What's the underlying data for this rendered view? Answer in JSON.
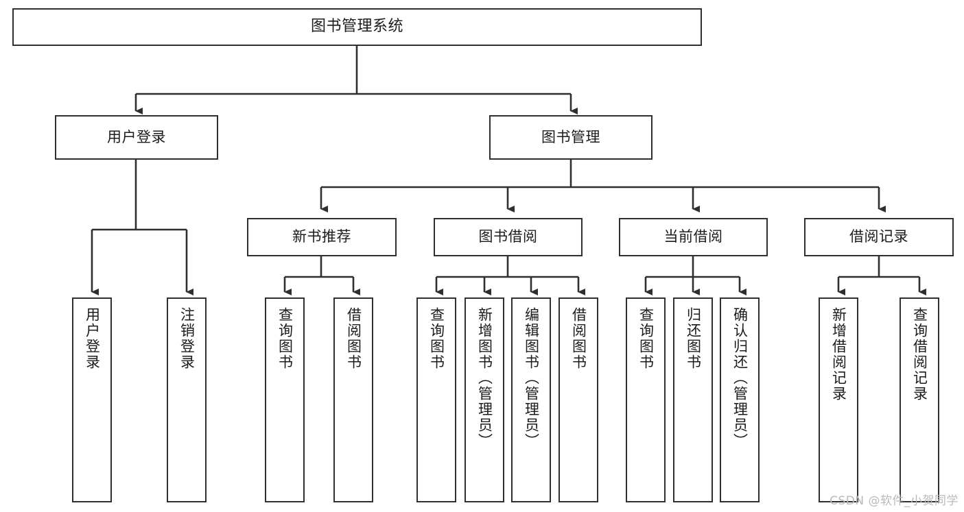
{
  "diagram": {
    "title": "图书管理系统",
    "type": "tree-hierarchy",
    "orientation": "top-down",
    "colors": {
      "box_border": "#2f2f2f",
      "box_fill": "#ffffff",
      "edge": "#2f2f2f",
      "text": "#1b1b1b",
      "watermark": "#b9b9b9",
      "background": "#ffffff"
    }
  },
  "root": {
    "label": "图书管理系统"
  },
  "level2": [
    {
      "label": "用户登录"
    },
    {
      "label": "图书管理"
    }
  ],
  "level3": [
    {
      "label": "新书推荐"
    },
    {
      "label": "图书借阅"
    },
    {
      "label": "当前借阅"
    },
    {
      "label": "借阅记录"
    }
  ],
  "leaves": {
    "user_login": [
      {
        "label": "用户登录"
      },
      {
        "label": "注销登录"
      }
    ],
    "new_book_recommend": [
      {
        "label": "查询图书"
      },
      {
        "label": "借阅图书"
      }
    ],
    "book_borrow": [
      {
        "label": "查询图书"
      },
      {
        "label": "新增图书（管理员）"
      },
      {
        "label": "编辑图书（管理员）"
      },
      {
        "label": "借阅图书"
      }
    ],
    "current_borrow": [
      {
        "label": "查询图书"
      },
      {
        "label": "归还图书"
      },
      {
        "label": "确认归还（管理员）"
      }
    ],
    "borrow_records": [
      {
        "label": "新增借阅记录"
      },
      {
        "label": "查询借阅记录"
      }
    ]
  },
  "watermark": {
    "text": "CSDN @软件_小贺同学"
  }
}
